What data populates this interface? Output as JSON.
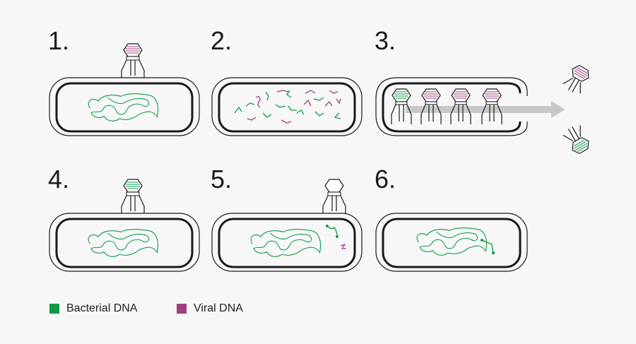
{
  "steps": [
    {
      "number": "1."
    },
    {
      "number": "2."
    },
    {
      "number": "3."
    },
    {
      "number": "4."
    },
    {
      "number": "5."
    },
    {
      "number": "6."
    }
  ],
  "legend": [
    {
      "label": "Bacterial DNA",
      "color": "#0e9a47"
    },
    {
      "label": "Viral DNA",
      "color": "#9b3f7e"
    }
  ],
  "colors": {
    "bacterial_dna": "#0e9a47",
    "viral_dna": "#9b3f7e",
    "outline": "#1a1a1a",
    "arrow": "#c8c8c8"
  }
}
